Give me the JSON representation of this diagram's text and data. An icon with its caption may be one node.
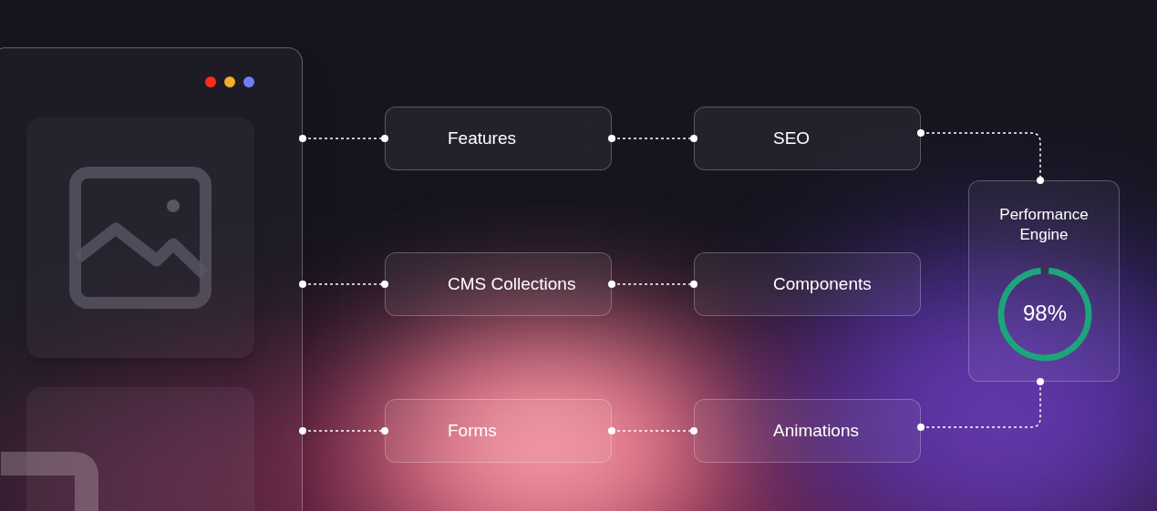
{
  "diagram": {
    "nodes": [
      {
        "text": [],
        "shape": "box"
      },
      {
        "text": [
          "Features"
        ]
      },
      {
        "text": [
          "SEO"
        ]
      },
      {
        "text": [
          "CMS Collections"
        ]
      },
      {
        "text": [
          "Components"
        ]
      },
      {
        "text": [
          "Forms"
        ]
      },
      {
        "text": [
          "Animations"
        ]
      },
      {
        "text": [
          "Performance Engine",
          "98%"
        ]
      }
    ],
    "edges": [
      {
        "from": 0,
        "to": 1,
        "arrow": "other",
        "style": "dashed"
      },
      {
        "from": 1,
        "to": 2,
        "arrow": "other",
        "style": "dashed"
      },
      {
        "from": 2,
        "to": 7,
        "arrow": "other",
        "style": "dashed"
      },
      {
        "from": 0,
        "to": 3,
        "arrow": "other",
        "style": "dashed"
      },
      {
        "from": 3,
        "to": 4,
        "arrow": "other",
        "style": "dashed"
      },
      {
        "from": 0,
        "to": 5,
        "arrow": "other",
        "style": "dashed"
      },
      {
        "from": 5,
        "to": 6,
        "arrow": "other",
        "style": "dashed"
      },
      {
        "from": 6,
        "to": 7,
        "arrow": "other",
        "style": "dashed"
      }
    ]
  }
}
